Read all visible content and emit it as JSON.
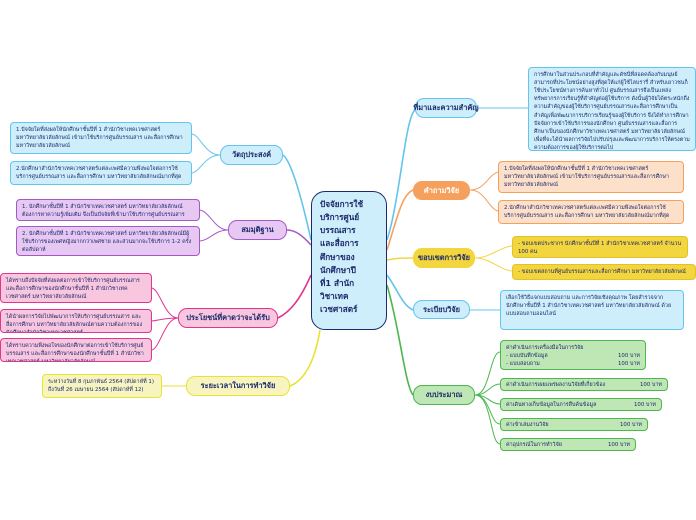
{
  "center": {
    "title": "ปัจจัยการใช้\nบริการศูนย์\nบรรณสาร\nและสื่อการ\nศึกษาของ\nนักศึกษาปี\nที่1 สำนัก\nวิชาเทค\nเวชศาสตร์"
  },
  "branches": {
    "background": {
      "label": "ที่มาและความสำคัญ",
      "text": "การศึกษาในส่วนประกอบที่สำคัญและดัชนีที่สอดคล้องกับมนุษย์สามารถที่ประโยชน์อย่างสูงที่สุดให้แก่ผู้ใช้ไลบรารี่ สำหรับเยาวชนก็ใช้ประโยชน์ทางการค้นหาทั่วไป ศูนย์บรรณสารจึงเป็นแหล่งทรัพยากรการเรียนรู้ที่สำคัญต่อผู้ใช้บริการ ดังนั้นผู้วิจัยได้ตระหนักถึงความสำคัญของผู้ใช้บริการศูนย์บรรณสารและสื่อการศึกษาเป็นสำคัญเพื่อพัฒนาการบริการเรียนรู้ของผู้ใช้บริการ จึงได้ทำการศึกษาปัจจัยการเข้าใช้บริการของนักศึกษา ศูนย์บรรณสารและสื่อการศึกษาเป็นของนักศึกษาวิชาเทคเวชศาสตร์ มหาวิทยาลัยวลัยลักษณ์ เพื่อที่จะได้นำผลการวิจัยไปปรับปรุงและพัฒนาการบริการให้ตรงตามความต้องการของผู้ใช้บริการต่อไป"
    },
    "question": {
      "label": "คำถามวิจัย",
      "items": [
        "1.ปัจจัยใดที่ส่งผลให้นักศึกษาชั้นปีที่ 1 สำนักวิชาเทคเวชศาสตร์ มหาวิทยาลัยวลัยลักษณ์ เข้ามาใช้บริการศูนย์บรรณสารและสื่อการศึกษา มหาวิทยาลัยวลัยลักษณ์",
        "2.นักศึกษาสำนักวิชาเทคเวชศาสตร์แต่ละเพศมีความพึงพอใจต่อการใช้บริการศูนย์บรรณสาร และสื่อการศึกษา มหาวิทยาลัยวลัยลักษณ์มากที่สุด"
      ]
    },
    "scope": {
      "label": "ขอบเขตการวิจัย",
      "items": [
        "- ขอบเขตประชากร นักศึกษาชั้นปีที่ 1 สำนักวิชาเทคเวชศาสตร์ จำนวน 100 คน",
        "- ขอบเขตสถานที่ศูนย์บรรณสารและสื่อการศึกษา มหาวิทยาลัยวลัยลักษณ์"
      ]
    },
    "method": {
      "label": "ระเบียบวิจัย",
      "text": "เลือกใช้วิธีแจกแบบสอบถาม และการวิจัยเชิงคุณภาพ โดยสำรวจจากนักศึกษาชั้นปีที่ 1 สำนักวิชาเทคเวชศาสตร์ มหาวิทยาลัยวลัยลักษณ์ ด้วยแบบสอบถามออนไลน์"
    },
    "budget": {
      "label": "งบประมาณ",
      "groups": [
        {
          "title": "ค่าดำเนินการเครื่องมือในการวิจัย",
          "rows": [
            [
              "- แบบบันทึกข้อมูล",
              "100 บาท"
            ],
            [
              "- แบบสอบถาม",
              "100 บาท"
            ]
          ]
        },
        {
          "title": "",
          "rows": [
            [
              "ค่าดำเนินการเผยแพร่ผลงานวิจัยที่เกี่ยวข้อง",
              "100 บาท"
            ]
          ]
        },
        {
          "title": "",
          "rows": [
            [
              "ค่าเดินทางเก็บข้อมูลในการสืบค้นข้อมูล",
              "100 บาท"
            ]
          ]
        },
        {
          "title": "",
          "rows": [
            [
              "ค่าเข้าเล่มงานวิจัย",
              "100 บาท"
            ]
          ]
        },
        {
          "title": "",
          "rows": [
            [
              "ค่าอุปกรณ์ในการทำวิจัย",
              "100 บาท"
            ]
          ]
        }
      ]
    },
    "objective": {
      "label": "วัตถุประสงค์",
      "items": [
        "1.ปัจจัยใดที่ส่งผลให้นักศึกษาชั้นปีที่ 1 สำนักวิชาเทคเวชศาสตร์ มหาวิทยาลัยวลัยลักษณ์ เข้ามาใช้บริการศูนย์บรรณสาร และสื่อการศึกษา มหาวิทยาลัยวลัยลักษณ์",
        "2.นักศึกษาสำนักวิชาเทคเวชศาสตร์แต่ละเพศมีความพึงพอใจต่อการใช้บริการศูนย์บรรณสาร และสื่อการศึกษา มหาวิทยาลัยวลัยลักษณ์มากที่สุด"
      ]
    },
    "hypothesis": {
      "label": "สมมุติฐาน",
      "items": [
        "1. นักศึกษาชั้นปีที่ 1 สำนักวิชาเทคเวชศาสตร์ มหาวิทยาลัยวลัยลักษณ์ ต้องการหาความรู้เพิ่มเติม จึงเป็นปัจจัยที่เข้ามาใช้บริการศูนย์บรรณสาร",
        "2. นักศึกษาชั้นปีที่ 1 สำนักวิชาเทคเวชศาสตร์ มหาวิทยาลัยวลัยลักษณ์มีผู้ใช้บริการของเพศหญิงมากกว่าเพศชาย และส่วนมากจะใช้บริการ 1-2 ครั้งต่อสัปดาห์"
      ]
    },
    "benefit": {
      "label": "ประโยชน์ที่คาดว่าจะได้รับ",
      "items": [
        "ได้ทราบถึงปัจจัยที่ส่งผลต่อการเข้าใช้บริการศูนย์บรรณสาร และสื่อการศึกษาของนักศึกษาชั้นปีที่ 1 สำนักวิชาเทคเวชศาสตร์ มหาวิทยาลัยวลัยลักษณ์",
        "ได้นำผลการวิจัยไปพัฒนาการให้บริการศูนย์บรรณสาร และสื่อการศึกษา มหาวิทยาลัยวลัยลักษณ์ตามความต้องการของนักศึกษาสำนักวิชาเทคเวชศาสตร์",
        "ได้ทราบความพึงพอใจของนักศึกษาต่อการเข้าใช้บริการศูนย์บรรณสาร และสื่อการศึกษาของนักศึกษาชั้นปีที่ 1 สำนักวิชาเทคเวชศาสตร์ มหาวิทยาลัยวลัยลักษณ์"
      ]
    },
    "timeline": {
      "label": "ระยะเวลาในการทำวิจัย",
      "lines": [
        "ระหว่างวันที่ 8 กุมภาพันธ์ 2564 (สัปดาห์ที่ 1)",
        "ถึงวันที่ 26 เมษายน 2564 (สัปดาห์ที่ 12)"
      ]
    }
  },
  "colors": {
    "blue": "#63c4ec",
    "orange": "#f5a05d",
    "yellow": "#f3d53d",
    "green": "#4bb74d",
    "purple": "#a45ac6",
    "pink": "#e0368f",
    "lightyellow": "#e9e22f",
    "navy": "#1c2a6b"
  }
}
